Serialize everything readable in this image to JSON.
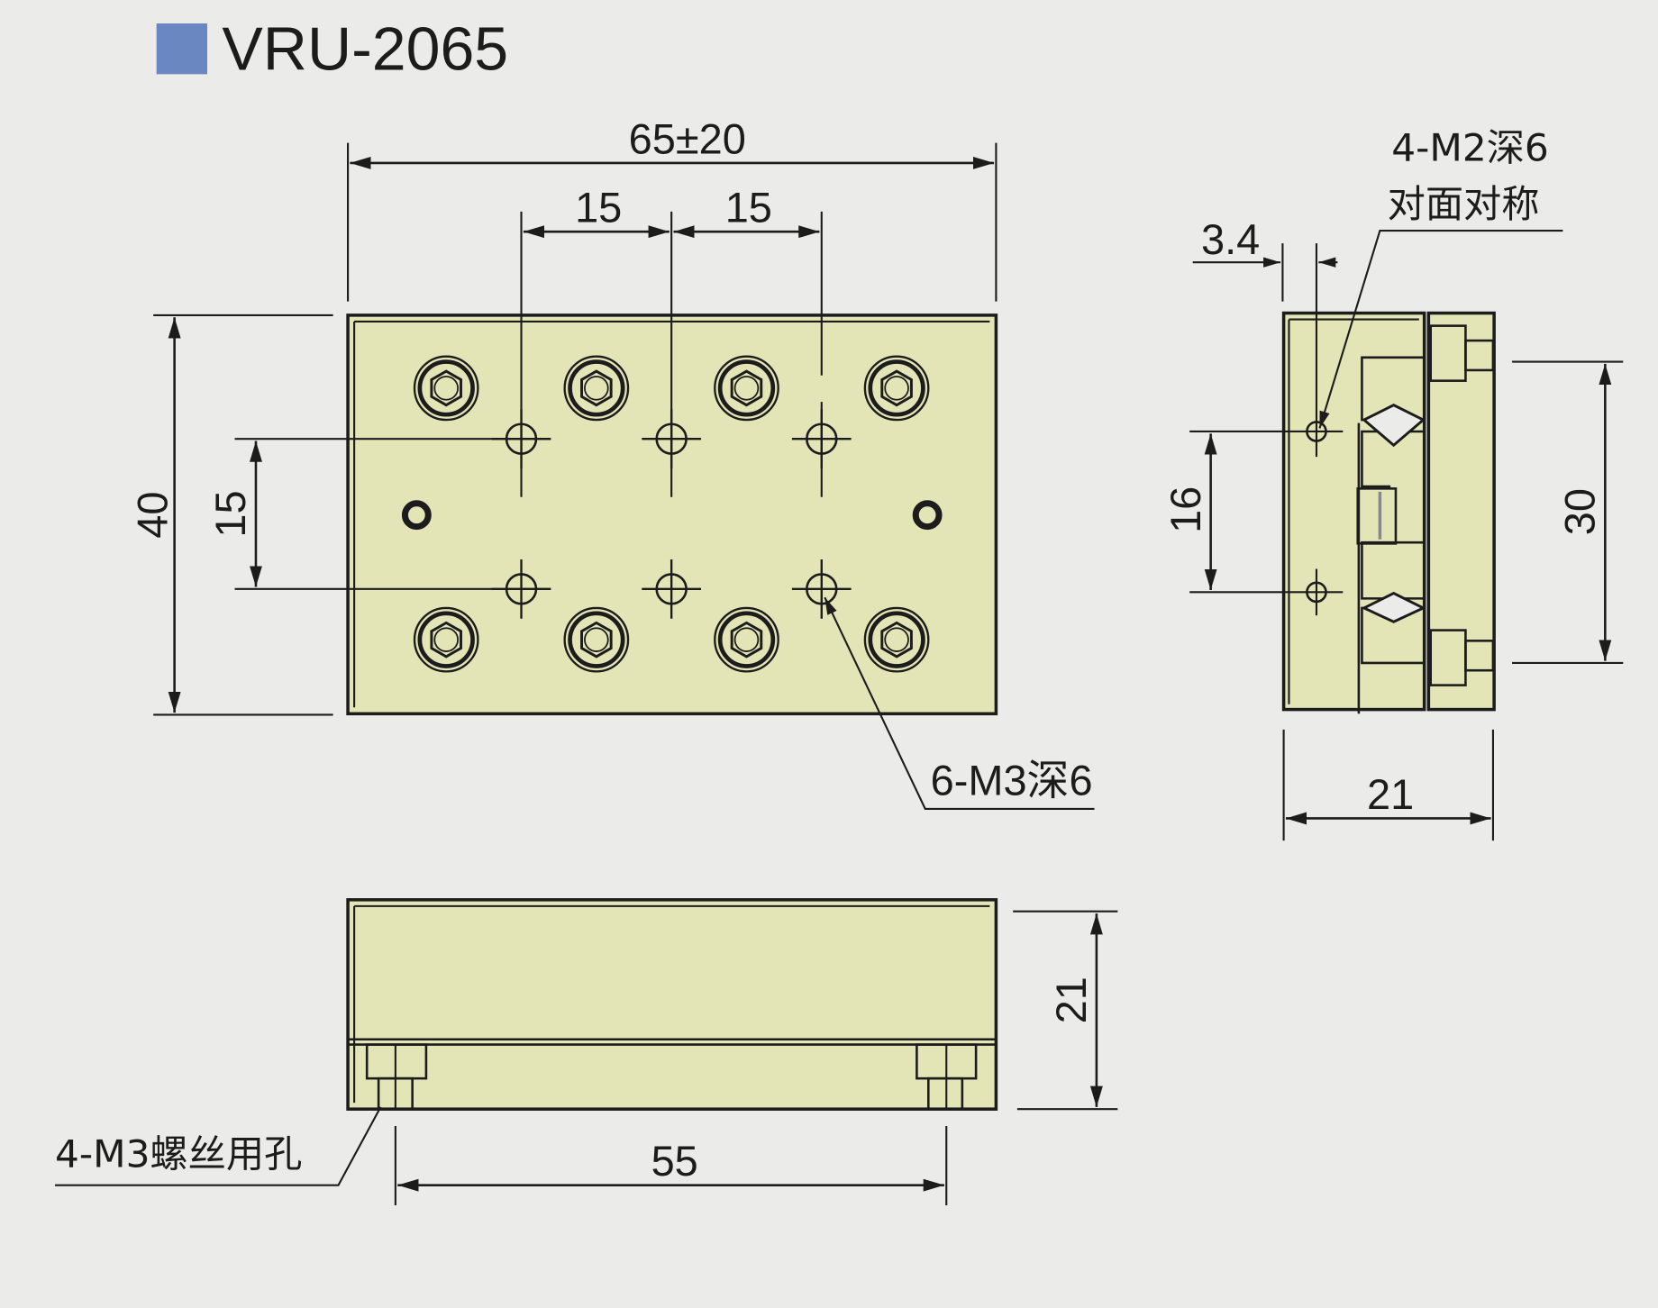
{
  "title": {
    "model": "VRU-2065",
    "marker_color": "#6b87c2"
  },
  "colors": {
    "body_fill": "#e3e5b6",
    "line": "#1c1c1c",
    "background": "#ebebe9"
  },
  "top_view": {
    "dim_width": "65±20",
    "dim_pitch_1": "15",
    "dim_pitch_2": "15",
    "dim_height": "40",
    "dim_hole_spacing": "15",
    "callout_holes": "6-M3深6"
  },
  "side_view": {
    "callout_line1": "4-M2深6",
    "callout_line2": "对面对称",
    "dim_offset": "3.4",
    "dim_hole_spacing": "16",
    "dim_mount_spacing": "30",
    "dim_width": "21"
  },
  "front_view": {
    "dim_height": "21",
    "dim_mount_spacing": "55",
    "callout_holes": "4-M3螺丝用孔"
  }
}
